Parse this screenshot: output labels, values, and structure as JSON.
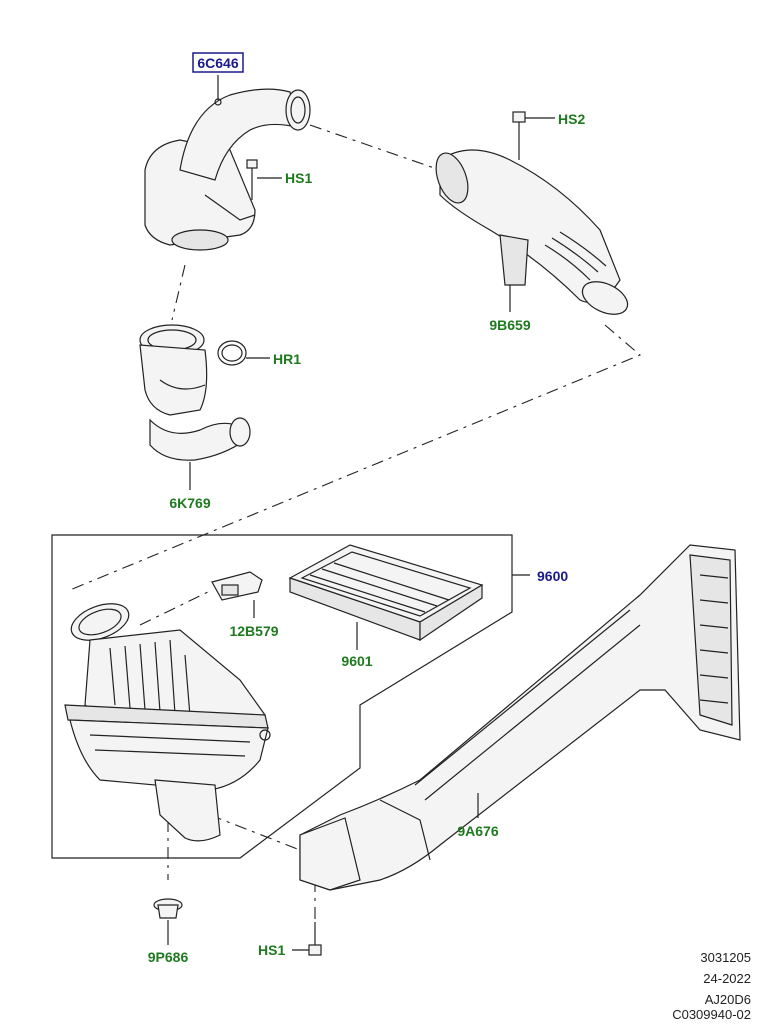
{
  "labels": {
    "6C646": "6C646",
    "HS1_top": "HS1",
    "HS2": "HS2",
    "9B659": "9B659",
    "HR1": "HR1",
    "6K769": "6K769",
    "9600": "9600",
    "12B579": "12B579",
    "9601": "9601",
    "9A676": "9A676",
    "HS1_bottom": "HS1",
    "9P686": "9P686"
  },
  "reference": {
    "line1": "3031205",
    "line2": "24-2022",
    "line3": "AJ20D6",
    "line4": "C0309940-02"
  },
  "colors": {
    "label_green": "#1f7a1f",
    "label_blue": "#1a1a8c",
    "callout_box": "#1a1a8c"
  }
}
